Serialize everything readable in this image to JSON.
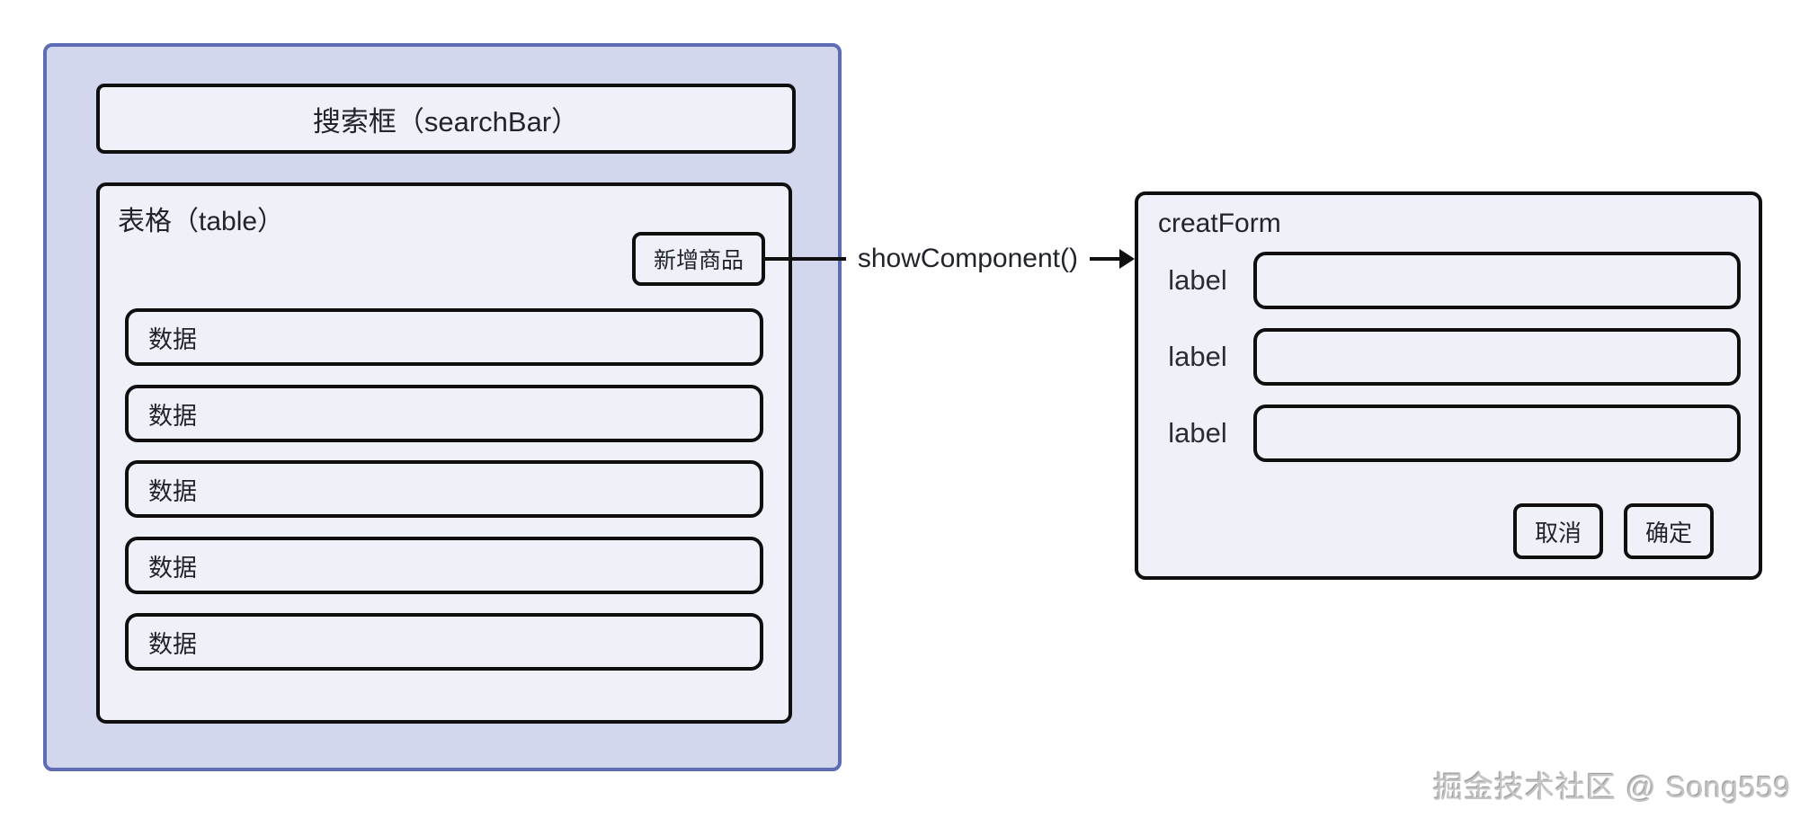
{
  "colors": {
    "outer_panel_fill": "#d2d7ee",
    "outer_panel_border": "#5d6cb3",
    "box_fill": "#eff1f9",
    "box_border": "#0f0f0f",
    "text": "#21242b",
    "watermark": "#c3c3c3"
  },
  "left": {
    "search_bar": {
      "label": "搜索框（searchBar）"
    },
    "table": {
      "label": "表格（table）",
      "add_button_label": "新增商品",
      "rows": [
        "数据",
        "数据",
        "数据",
        "数据",
        "数据"
      ]
    }
  },
  "arrow": {
    "label": "showComponent()"
  },
  "form": {
    "title": "creatForm",
    "fields": [
      "label",
      "label",
      "label"
    ],
    "cancel_label": "取消",
    "confirm_label": "确定"
  },
  "watermark": "掘金技术社区 @ Song559"
}
